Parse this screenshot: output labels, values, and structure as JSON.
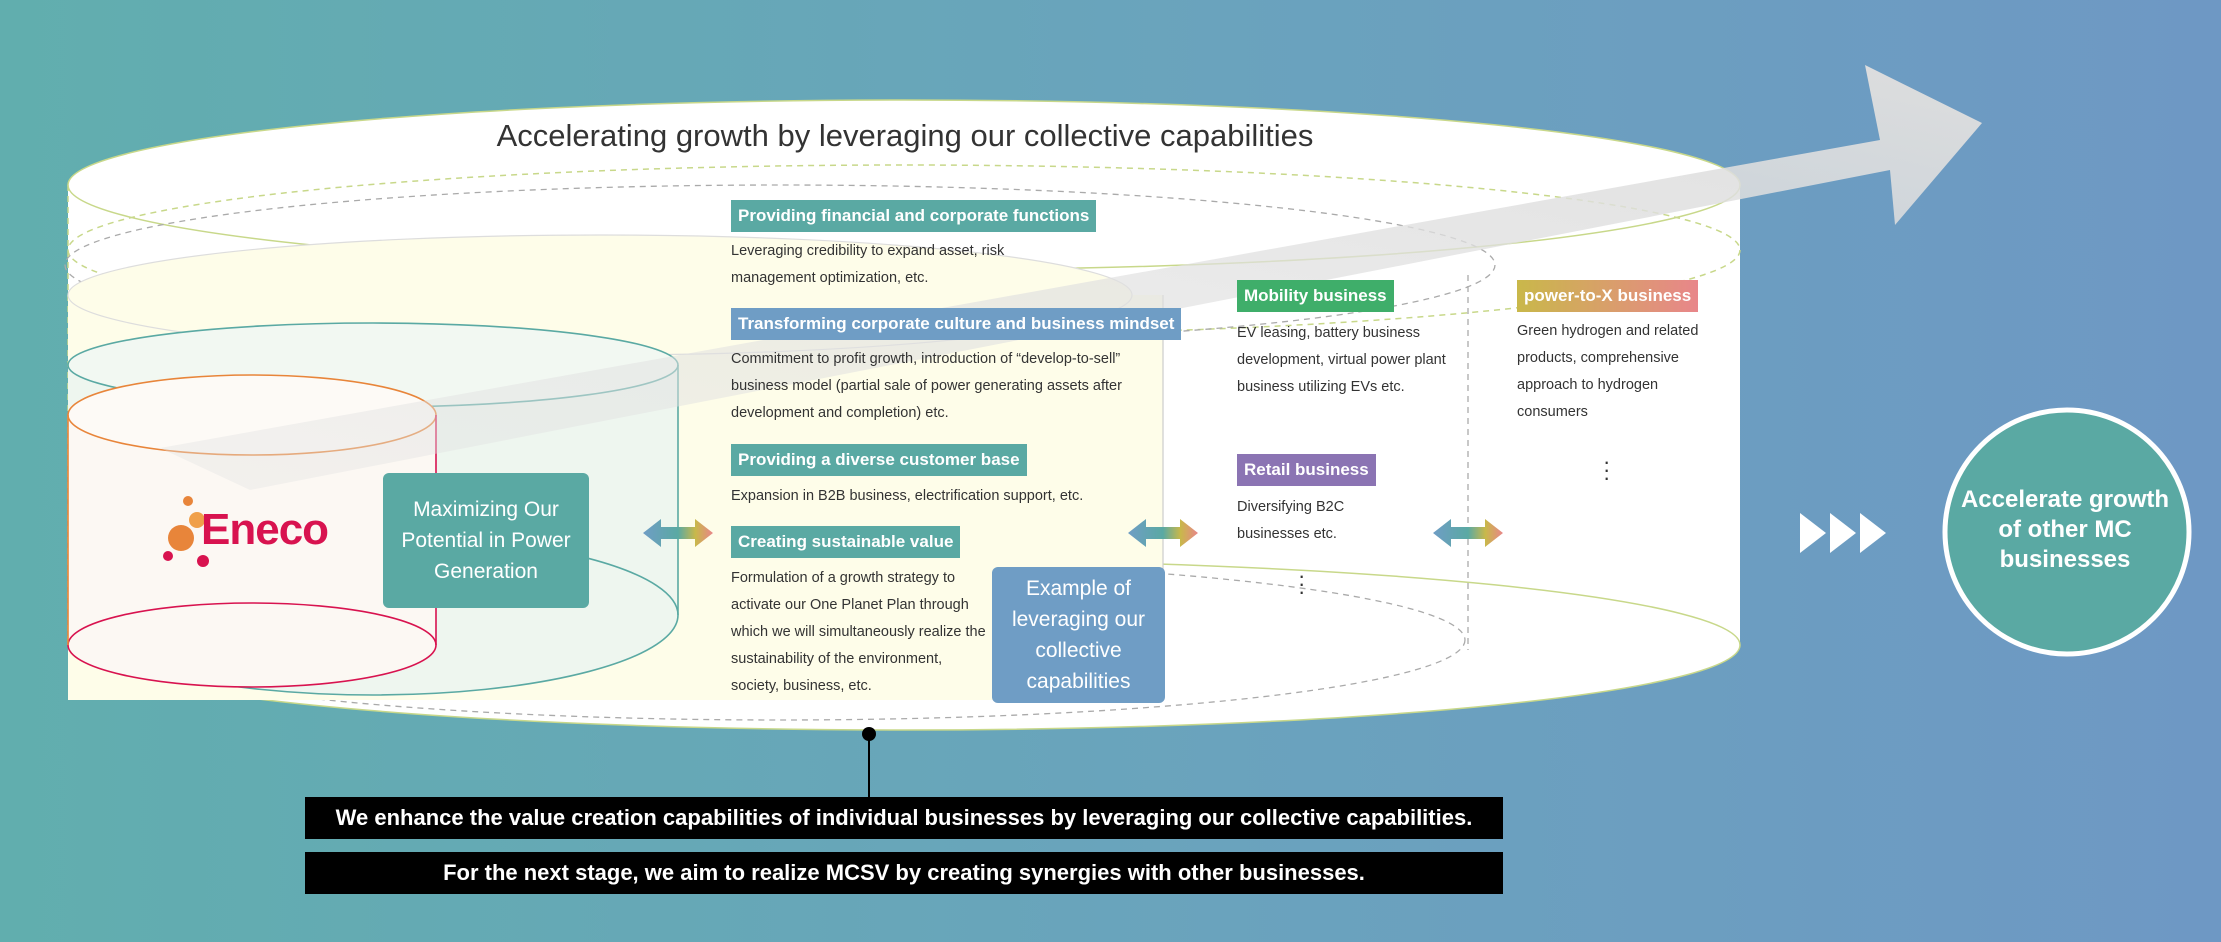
{
  "title": "Accelerating growth by leveraging our collective capabilities",
  "eneco": {
    "logo_text": "Eneco",
    "box_text": "Maximizing Our Potential in Power Generation"
  },
  "capabilities": [
    {
      "tag": "Providing financial and corporate functions",
      "desc": "Leveraging credibility to expand asset, risk management optimization, etc.",
      "color": "#5aa9a3"
    },
    {
      "tag": "Transforming corporate culture and business mindset",
      "desc": "Commitment to profit growth, introduction of “develop-to-sell” business model (partial sale of power generating assets after development and completion) etc.",
      "color": "#6f9dc5"
    },
    {
      "tag": "Providing a diverse customer base",
      "desc": "Expansion in B2B business, electrification support, etc.",
      "color": "#5aa9a3"
    },
    {
      "tag": "Creating sustainable value",
      "desc": "Formulation of a growth strategy to activate our One Planet Plan through which we will simultaneously realize the sustainability of the environment, society, business, etc.",
      "color": "#5aa9a3"
    }
  ],
  "example_box": "Example of leveraging our collective capabilities",
  "businesses": [
    {
      "tag": "Mobility business",
      "desc": "EV leasing, battery business development, virtual power plant business utilizing EVs etc.",
      "color": "#3fae6a"
    },
    {
      "tag": "Retail business",
      "desc": "Diversifying B2C businesses etc.",
      "color": "#8b74b3"
    },
    {
      "tag": "power-to-X business",
      "desc": "Green hydrogen and related products, comprehensive approach to hydrogen consumers",
      "color_left": "#c9b84a",
      "color_right": "#e8868a"
    }
  ],
  "circle_text": "Accelerate growth of other MC businesses",
  "statements": [
    "We enhance the value creation capabilities of individual businesses by leveraging our collective capabilities.",
    "For the next stage, we aim to realize MCSV by creating synergies with other businesses."
  ],
  "colors": {
    "teal": "#5aa9a3",
    "blue": "#6f9dc5",
    "eneco_red": "#d8134f",
    "orange": "#e8853a",
    "bar": "#000000"
  }
}
